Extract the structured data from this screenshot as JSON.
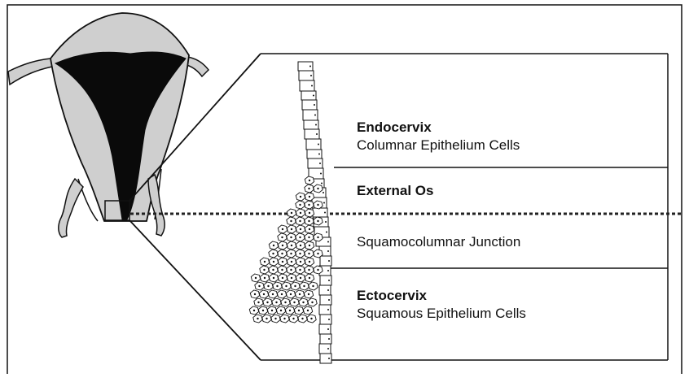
{
  "labels": {
    "endocervix": {
      "title": "Endocervix",
      "subtitle": "Columnar Epithelium Cells"
    },
    "external_os": {
      "title": "External Os"
    },
    "junction": {
      "title": "Squamocolumnar Junction"
    },
    "ectocervix": {
      "title": "Ectocervix",
      "subtitle": "Squamous Epithelium Cells"
    }
  },
  "colors": {
    "outline": "#111111",
    "uterus_wall": "#cfcfcf",
    "cavity": "#0a0a0a",
    "dotted_line": "#222222"
  }
}
